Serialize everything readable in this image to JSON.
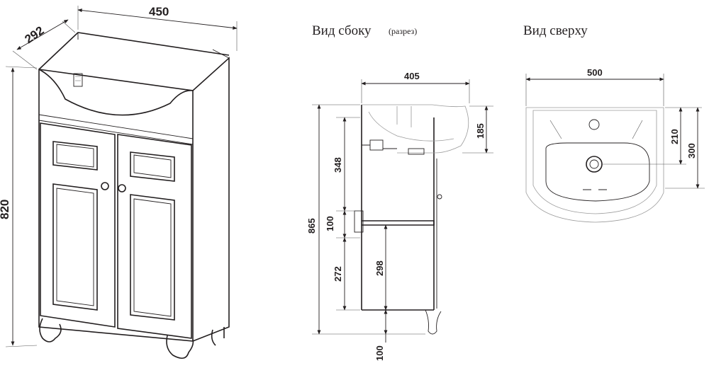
{
  "views": {
    "side_title": "Вид сбоку",
    "side_note": "(разрез)",
    "top_title": "Вид сверху"
  },
  "dimensions": {
    "front": {
      "width": "450",
      "depth": "292",
      "height": "820"
    },
    "side": {
      "depth": "405",
      "total_height": "865",
      "basin": "185",
      "upper": "348",
      "middle": "100",
      "lower": "272",
      "shelf": "298",
      "legs": "100"
    },
    "top": {
      "width": "500",
      "depth": "300",
      "drain": "210"
    }
  }
}
